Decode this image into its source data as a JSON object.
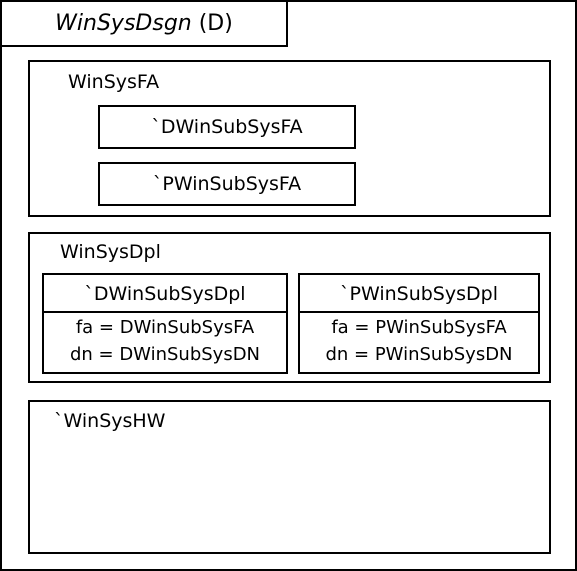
{
  "design": {
    "title_name": "WinSysDsgn",
    "title_suffix": " (D)"
  },
  "fa_block": {
    "label": "WinSysFA",
    "sub1": "`DWinSubSysFA",
    "sub2": "`PWinSubSysFA"
  },
  "dpl_block": {
    "label": "WinSysDpl",
    "left": {
      "header": "`DWinSubSysDpl",
      "line1": "fa = DWinSubSysFA",
      "line2": "dn = DWinSubSysDN"
    },
    "right": {
      "header": "`PWinSubSysDpl",
      "line1": "fa = PWinSubSysFA",
      "line2": "dn = PWinSubSysDN"
    }
  },
  "hw_block": {
    "label": "`WinSysHW"
  }
}
